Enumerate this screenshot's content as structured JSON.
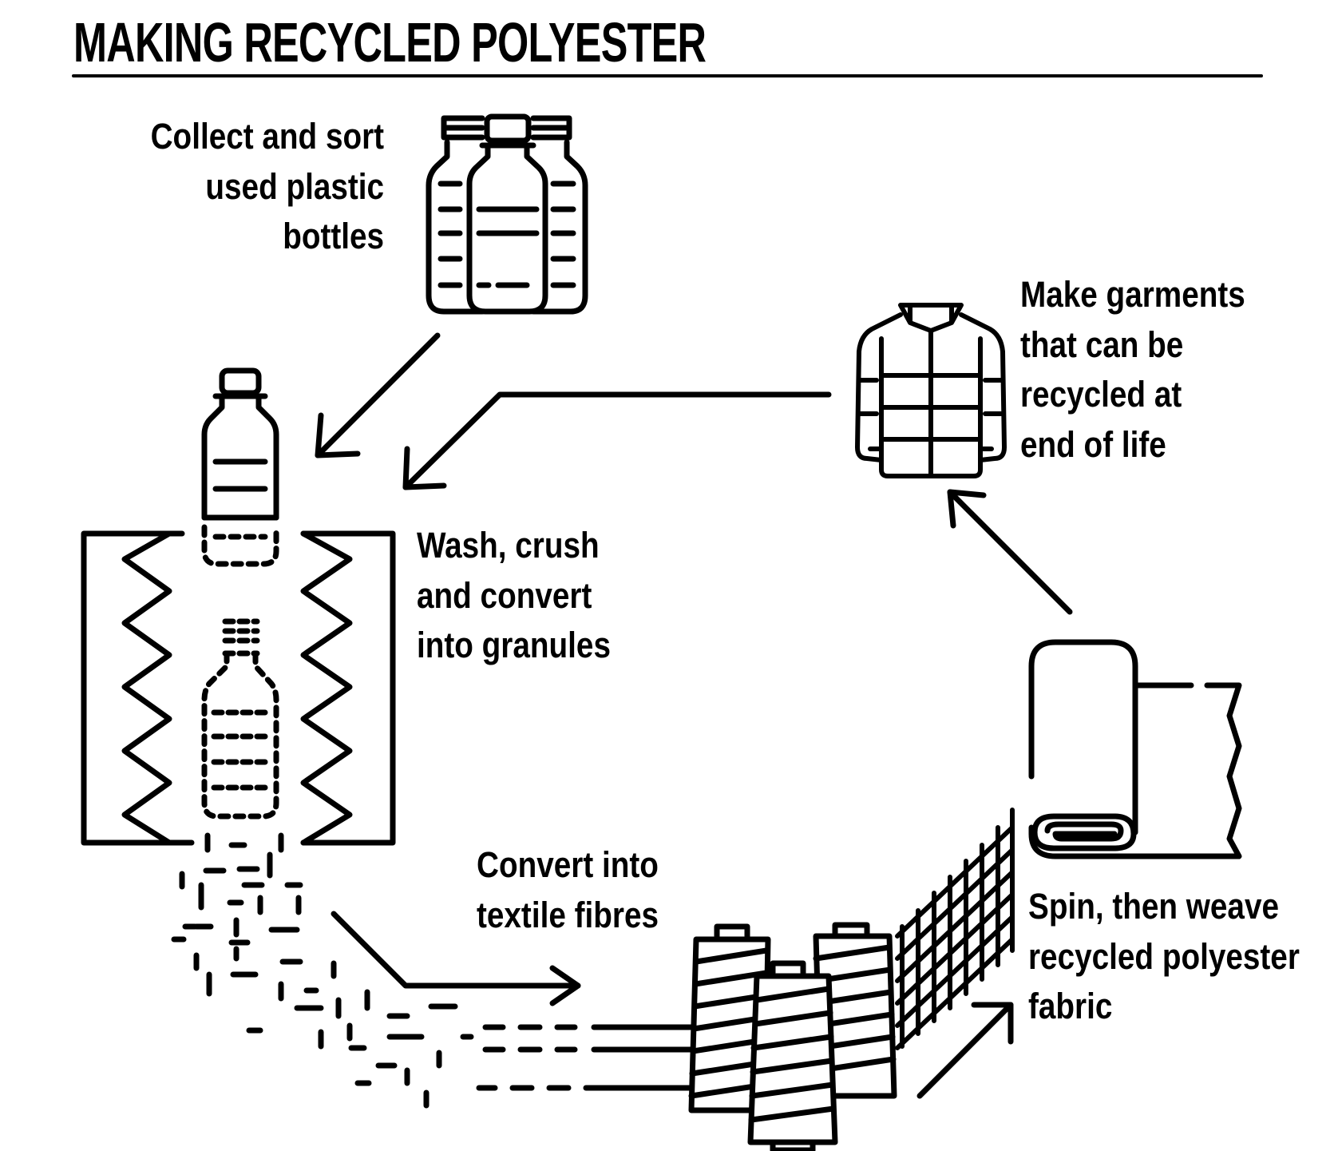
{
  "title": "MAKING RECYCLED POLYESTER",
  "steps": {
    "collect": [
      "Collect and sort",
      "used plastic",
      "bottles"
    ],
    "wash": [
      "Wash, crush",
      "and convert",
      "into granules"
    ],
    "fibres": [
      "Convert into",
      "textile fibres"
    ],
    "spin": [
      "Spin, then weave",
      "recycled polyester",
      "fabric"
    ],
    "garments": [
      "Make garments",
      "that can be",
      "recycled at",
      "end of life"
    ]
  },
  "icons": [
    "bottles-icon",
    "crusher-icon",
    "granules-icon",
    "spools-icon",
    "woven-mesh-icon",
    "fabric-roll-icon",
    "jacket-icon"
  ],
  "colors": {
    "ink": "#000000",
    "background": "#ffffff"
  }
}
